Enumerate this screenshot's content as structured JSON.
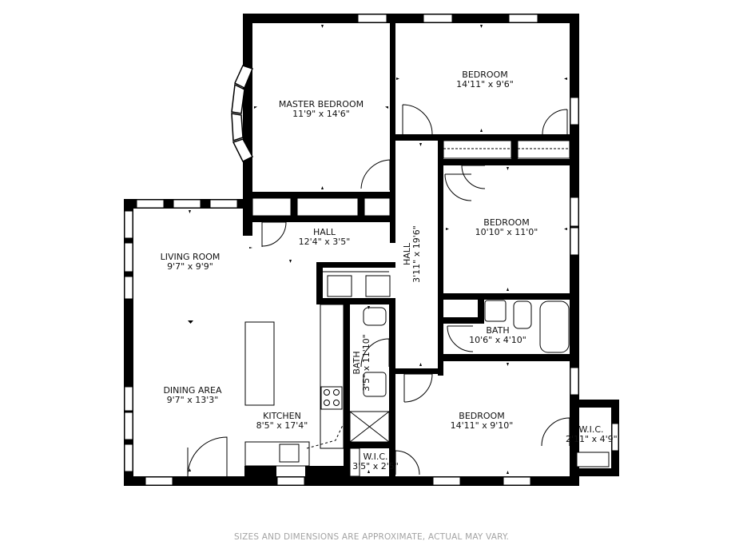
{
  "plan": {
    "rooms": [
      {
        "id": "master-bedroom",
        "name": "MASTER BEDROOM",
        "dims": "11'9\" x 14'6\""
      },
      {
        "id": "bedroom-ne",
        "name": "BEDROOM",
        "dims": "14'11\" x 9'6\""
      },
      {
        "id": "bedroom-e",
        "name": "BEDROOM",
        "dims": "10'10\" x 11'0\""
      },
      {
        "id": "hall-h",
        "name": "HALL",
        "dims": "12'4\" x 3'5\""
      },
      {
        "id": "hall-v",
        "name": "HALL",
        "dims": "3'11\" x 19'6\""
      },
      {
        "id": "living-room",
        "name": "LIVING ROOM",
        "dims": "9'7\" x 9'9\""
      },
      {
        "id": "bath-e",
        "name": "BATH",
        "dims": "10'6\" x 4'10\""
      },
      {
        "id": "bath-v",
        "name": "BATH",
        "dims": "3'5\" x 11'10\""
      },
      {
        "id": "dining-area",
        "name": "DINING AREA",
        "dims": "9'7\" x 13'3\""
      },
      {
        "id": "kitchen",
        "name": "KITCHEN",
        "dims": "8'5\" x 17'4\""
      },
      {
        "id": "bedroom-se",
        "name": "BEDROOM",
        "dims": "14'11\" x 9'10\""
      },
      {
        "id": "wic-e",
        "name": "W.I.C.",
        "dims": "2'11\" x 4'9\""
      },
      {
        "id": "wic-s",
        "name": "W.I.C.",
        "dims": "3'5\" x 2'5\""
      }
    ]
  },
  "footer": {
    "disclaimer": "SIZES AND DIMENSIONS ARE APPROXIMATE, ACTUAL MAY VARY."
  }
}
